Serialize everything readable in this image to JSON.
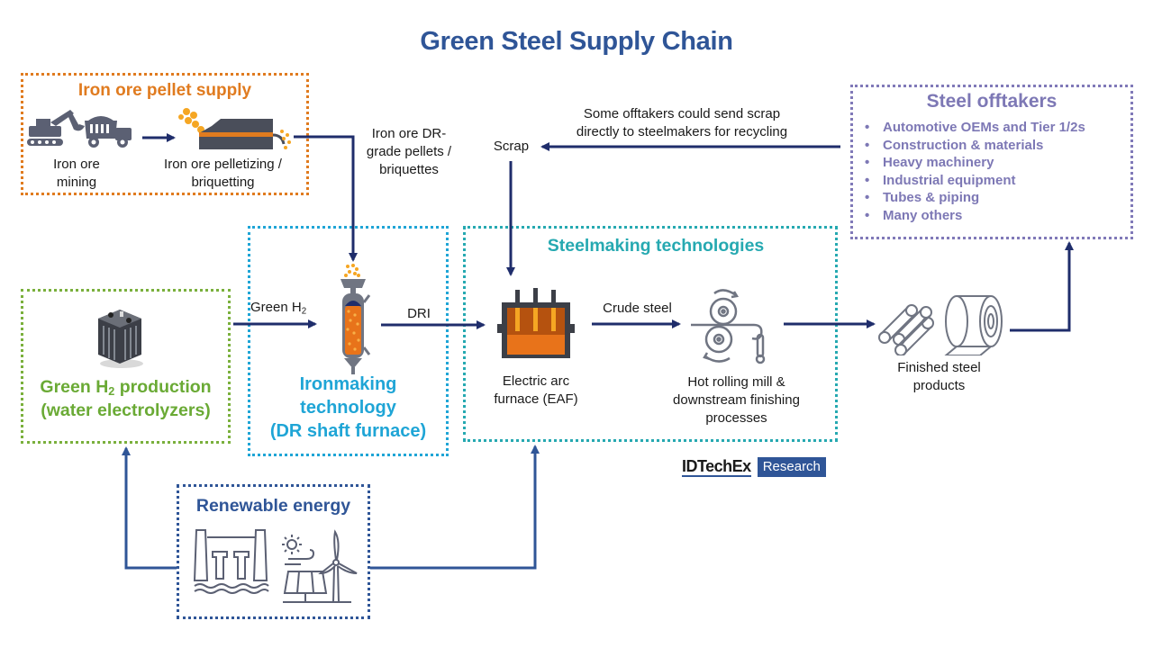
{
  "title": "Green Steel Supply Chain",
  "colors": {
    "title": "#2f5597",
    "arrow": "#1f2d6b",
    "iron_ore_box": "#e07b1f",
    "offtakers_box": "#8079b8",
    "h2_box": "#7ab03c",
    "ironmaking_box": "#1fa5d6",
    "steelmaking_box": "#26a9b1",
    "renewable_box": "#2f5597",
    "icon_gray": "#5b6073",
    "molten_orange": "#e8731a"
  },
  "iron_ore_supply": {
    "header": "Iron ore pellet supply",
    "mining_label_1": "Iron ore",
    "mining_label_2": "mining",
    "pelletizing_label_1": "Iron ore pelletizing /",
    "pelletizing_label_2": "briquetting"
  },
  "flow_labels": {
    "pellets_1": "Iron ore DR-",
    "pellets_2": "grade pellets /",
    "pellets_3": "briquettes",
    "scrap": "Scrap",
    "scrap_note_1": "Some offtakers could send scrap",
    "scrap_note_2": "directly to steelmakers for recycling",
    "green_h2_prefix": "Green H",
    "green_h2_sub": "2",
    "dri": "DRI",
    "crude_steel": "Crude steel"
  },
  "offtakers": {
    "header": "Steel offtakers",
    "items": [
      "Automotive OEMs and Tier 1/2s",
      "Construction & materials",
      "Heavy machinery",
      "Industrial equipment",
      "Tubes & piping",
      "Many others"
    ]
  },
  "h2_production": {
    "line1_prefix": "Green H",
    "line1_sub": "2",
    "line1_suffix": " production",
    "line2": "(water electrolyzers)"
  },
  "ironmaking": {
    "line1": "Ironmaking",
    "line2": "technology",
    "line3": "(DR shaft furnace)"
  },
  "steelmaking": {
    "header": "Steelmaking technologies",
    "eaf_1": "Electric arc",
    "eaf_2": "furnace (EAF)",
    "mill_1": "Hot rolling mill &",
    "mill_2": "downstream finishing",
    "mill_3": "processes"
  },
  "finished": {
    "label_1": "Finished steel",
    "label_2": "products"
  },
  "renewable": {
    "header": "Renewable energy"
  },
  "logo": {
    "brand": "IDTechEx",
    "tag": "Research"
  }
}
